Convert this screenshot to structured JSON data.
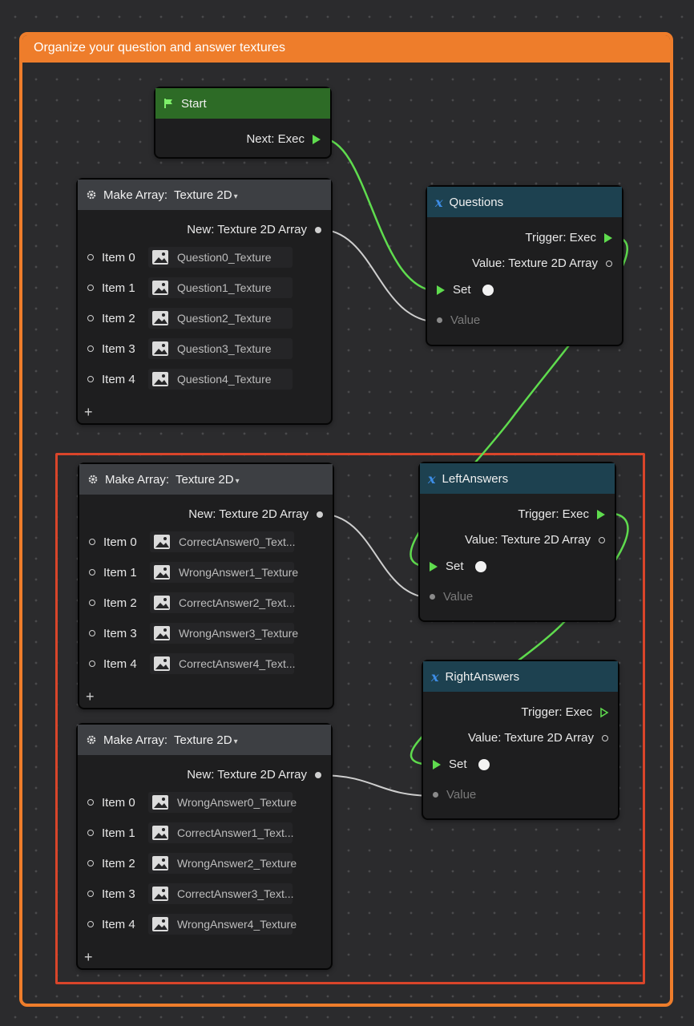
{
  "group": {
    "title": "Organize your question and answer textures"
  },
  "colors": {
    "group_accent": "#ee7d2b",
    "subgroup_accent": "#d9452a",
    "exec_wire": "#5fdc4e",
    "data_wire": "#cfcfcf"
  },
  "start_node": {
    "title": "Start",
    "icon": "flag-icon",
    "output_label": "Next: Exec"
  },
  "make_array_1": {
    "title": "Make Array:",
    "type_label": "Texture 2D",
    "output_label": "New: Texture 2D Array",
    "items": [
      {
        "label": "Item 0",
        "value": "Question0_Texture"
      },
      {
        "label": "Item 1",
        "value": "Question1_Texture"
      },
      {
        "label": "Item 2",
        "value": "Question2_Texture"
      },
      {
        "label": "Item 3",
        "value": "Question3_Texture"
      },
      {
        "label": "Item 4",
        "value": "Question4_Texture"
      }
    ],
    "add_label": "+"
  },
  "make_array_2": {
    "title": "Make Array:",
    "type_label": "Texture 2D",
    "output_label": "New: Texture 2D Array",
    "items": [
      {
        "label": "Item 0",
        "value": "CorrectAnswer0_Text..."
      },
      {
        "label": "Item 1",
        "value": "WrongAnswer1_Texture"
      },
      {
        "label": "Item 2",
        "value": "CorrectAnswer2_Text..."
      },
      {
        "label": "Item 3",
        "value": "WrongAnswer3_Texture"
      },
      {
        "label": "Item 4",
        "value": "CorrectAnswer4_Text..."
      }
    ],
    "add_label": "+"
  },
  "make_array_3": {
    "title": "Make Array:",
    "type_label": "Texture 2D",
    "output_label": "New: Texture 2D Array",
    "items": [
      {
        "label": "Item 0",
        "value": "WrongAnswer0_Texture"
      },
      {
        "label": "Item 1",
        "value": "CorrectAnswer1_Text..."
      },
      {
        "label": "Item 2",
        "value": "WrongAnswer2_Texture"
      },
      {
        "label": "Item 3",
        "value": "CorrectAnswer3_Text..."
      },
      {
        "label": "Item 4",
        "value": "WrongAnswer4_Texture"
      }
    ],
    "add_label": "+"
  },
  "questions_node": {
    "title": "Questions",
    "trigger_label": "Trigger: Exec",
    "value_out_label": "Value: Texture 2D Array",
    "set_label": "Set",
    "value_in_label": "Value"
  },
  "left_answers_node": {
    "title": "LeftAnswers",
    "trigger_label": "Trigger: Exec",
    "value_out_label": "Value: Texture 2D Array",
    "set_label": "Set",
    "value_in_label": "Value"
  },
  "right_answers_node": {
    "title": "RightAnswers",
    "trigger_label": "Trigger: Exec",
    "value_out_label": "Value: Texture 2D Array",
    "set_label": "Set",
    "value_in_label": "Value"
  }
}
